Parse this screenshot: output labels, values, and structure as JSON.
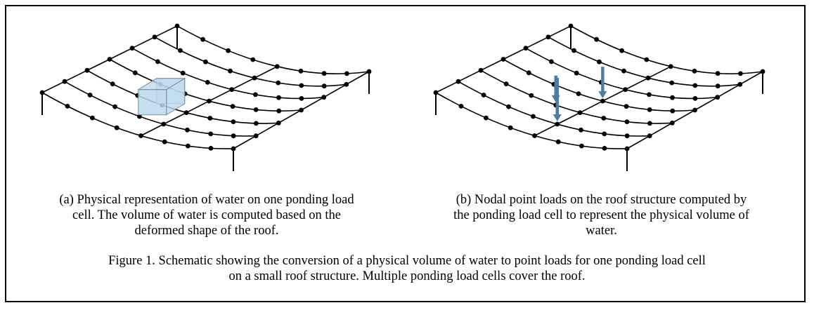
{
  "panel_a": {
    "caption_lines": [
      "(a) Physical representation of water on one ponding load",
      "cell. The volume of water is computed based on the",
      "deformed shape of the roof."
    ]
  },
  "panel_b": {
    "caption_lines": [
      "(b) Nodal point loads on the roof structure computed by",
      "the ponding load cell to represent the physical volume of",
      "water."
    ]
  },
  "figure_caption_lines": [
    "Figure 1. Schematic showing the conversion of a physical volume of water to point loads for one ponding load cell",
    "on a small roof structure. Multiple ponding load cells cover the roof."
  ],
  "colors": {
    "line": "#000000",
    "water_fill": "#bcd9ec",
    "arrow": "#4d7ba3"
  },
  "roof_grid": {
    "rows": 7,
    "nodes_per_row": 9,
    "columns": 4
  }
}
